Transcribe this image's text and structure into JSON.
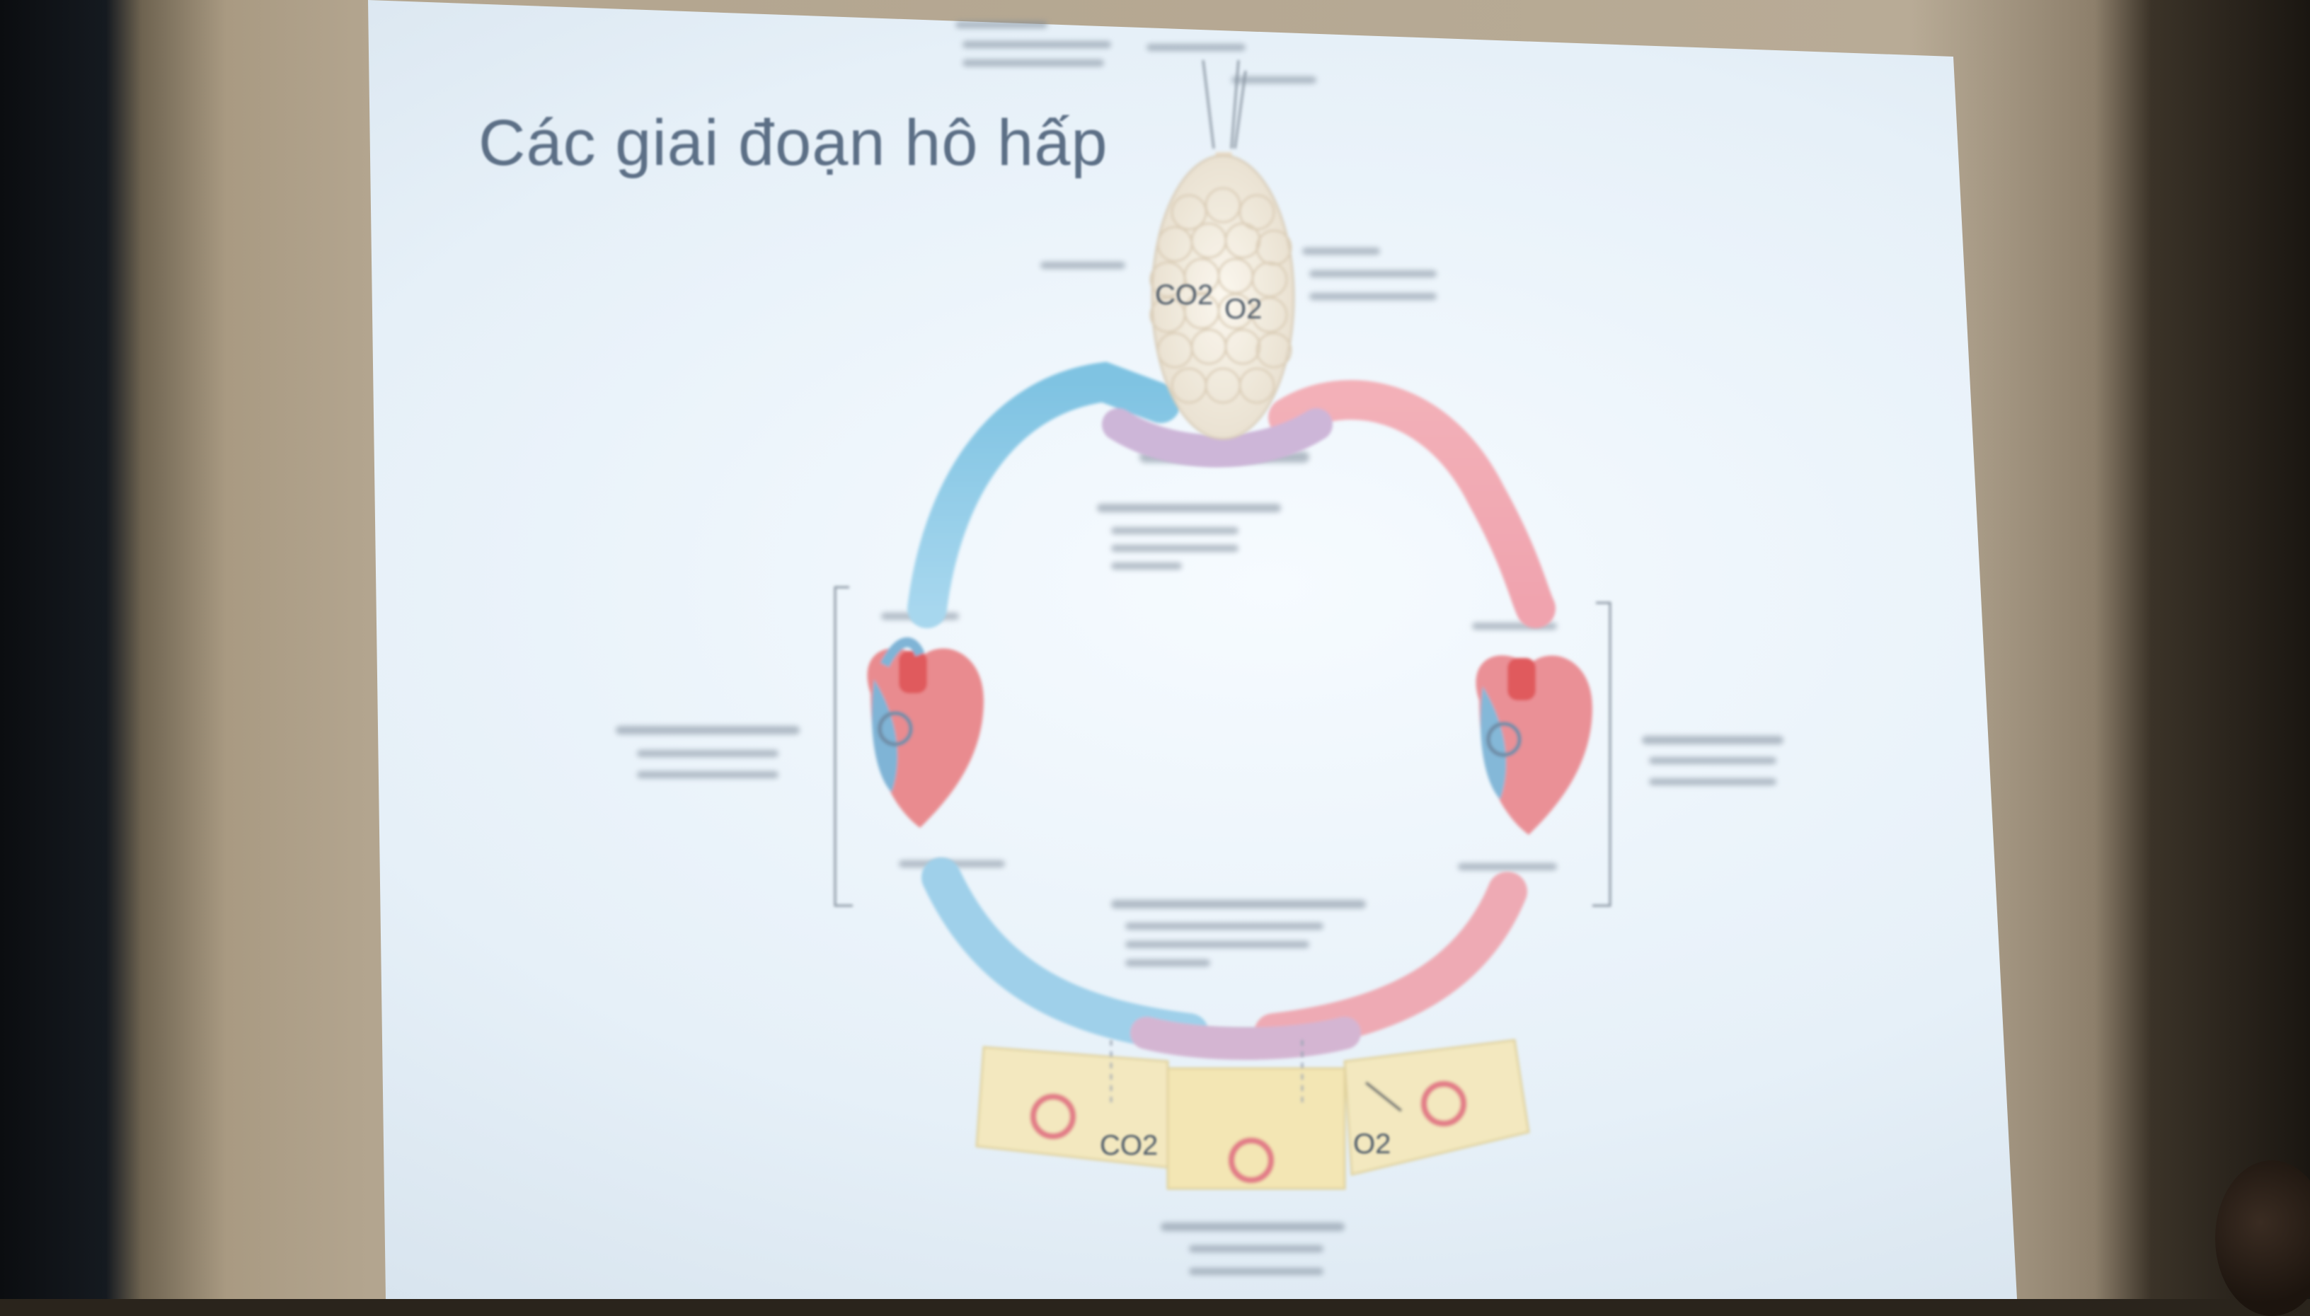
{
  "slide": {
    "title": "Các giai đoạn hô hấp"
  },
  "diagram": {
    "alveoli_gases": {
      "co2": "CO2",
      "o2": "O2"
    },
    "tissue_gases": {
      "co2": "CO2",
      "o2": "O2"
    }
  },
  "colors": {
    "deoxygenated": "#8ccbe6",
    "oxygenated": "#f2a9b1",
    "tissue": "#f3e6b4",
    "title": "#5c6f86"
  }
}
